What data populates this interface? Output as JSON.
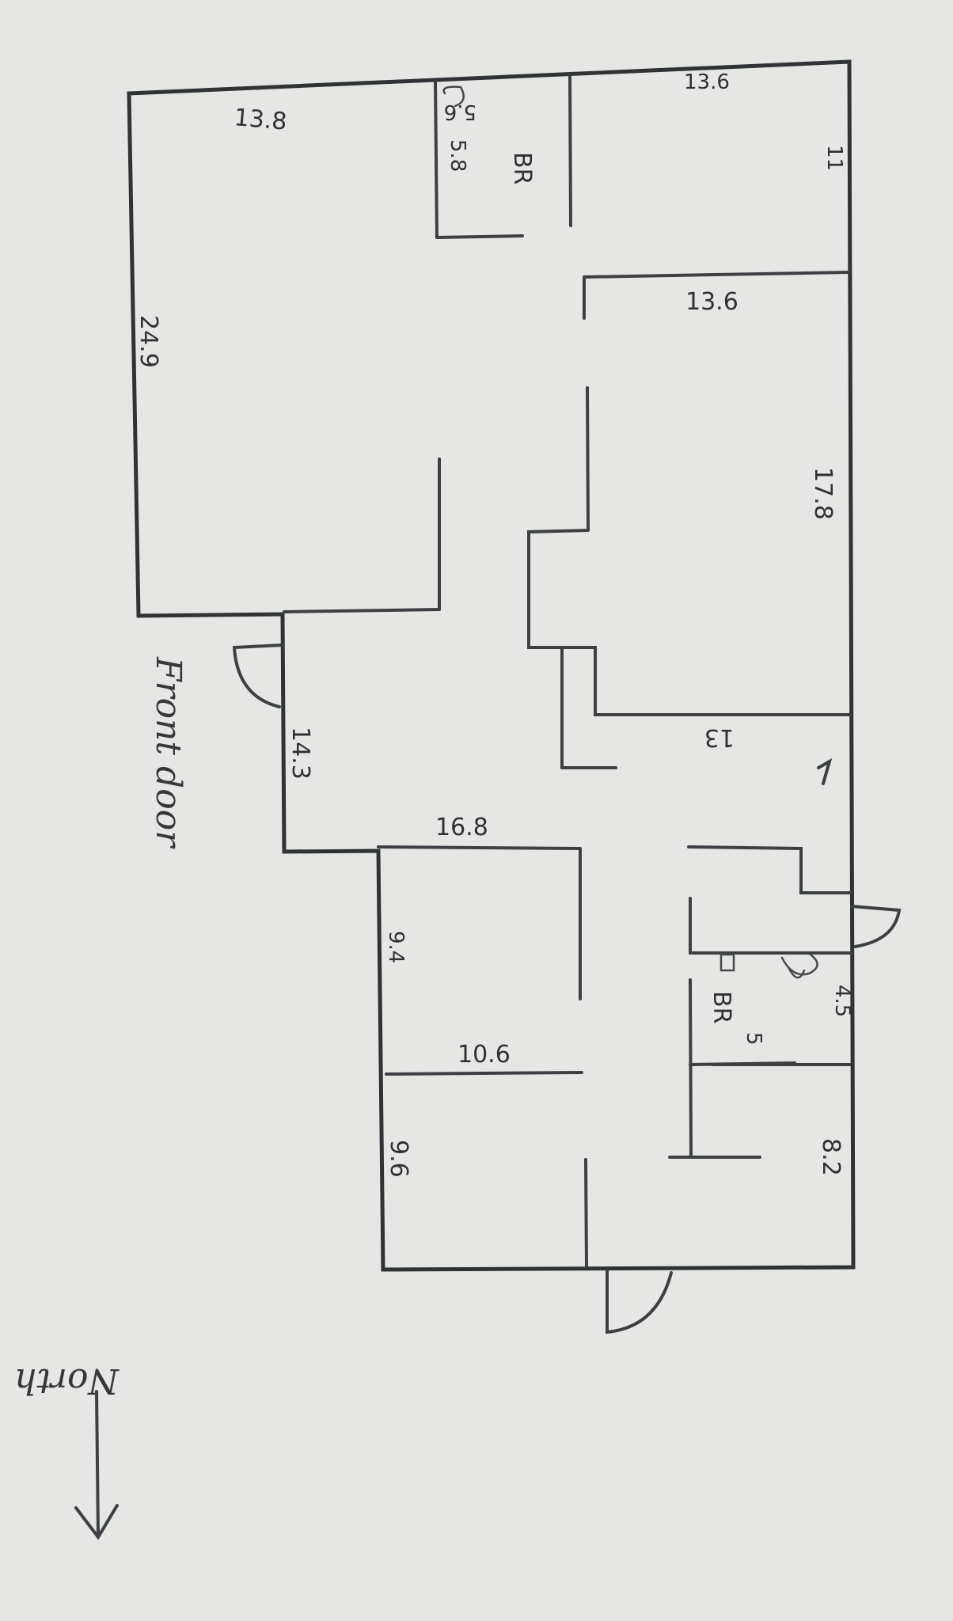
{
  "floor_plan": {
    "rooms": [
      {
        "name": "BR",
        "dims": [
          "5.6",
          "5.8"
        ]
      },
      {
        "name": "BR",
        "dims": [
          "4.5",
          "5"
        ]
      }
    ],
    "dimensions": [
      "13.8",
      "5.6",
      "5.8",
      "13.6",
      "11",
      "24.9",
      "13.6",
      "17.8",
      "13",
      "14.3",
      "16.8",
      "9.4",
      "4.5",
      "5",
      "10.6",
      "9.6",
      "8.2"
    ],
    "annotations": {
      "front_door": "Front door",
      "north": "North"
    }
  }
}
